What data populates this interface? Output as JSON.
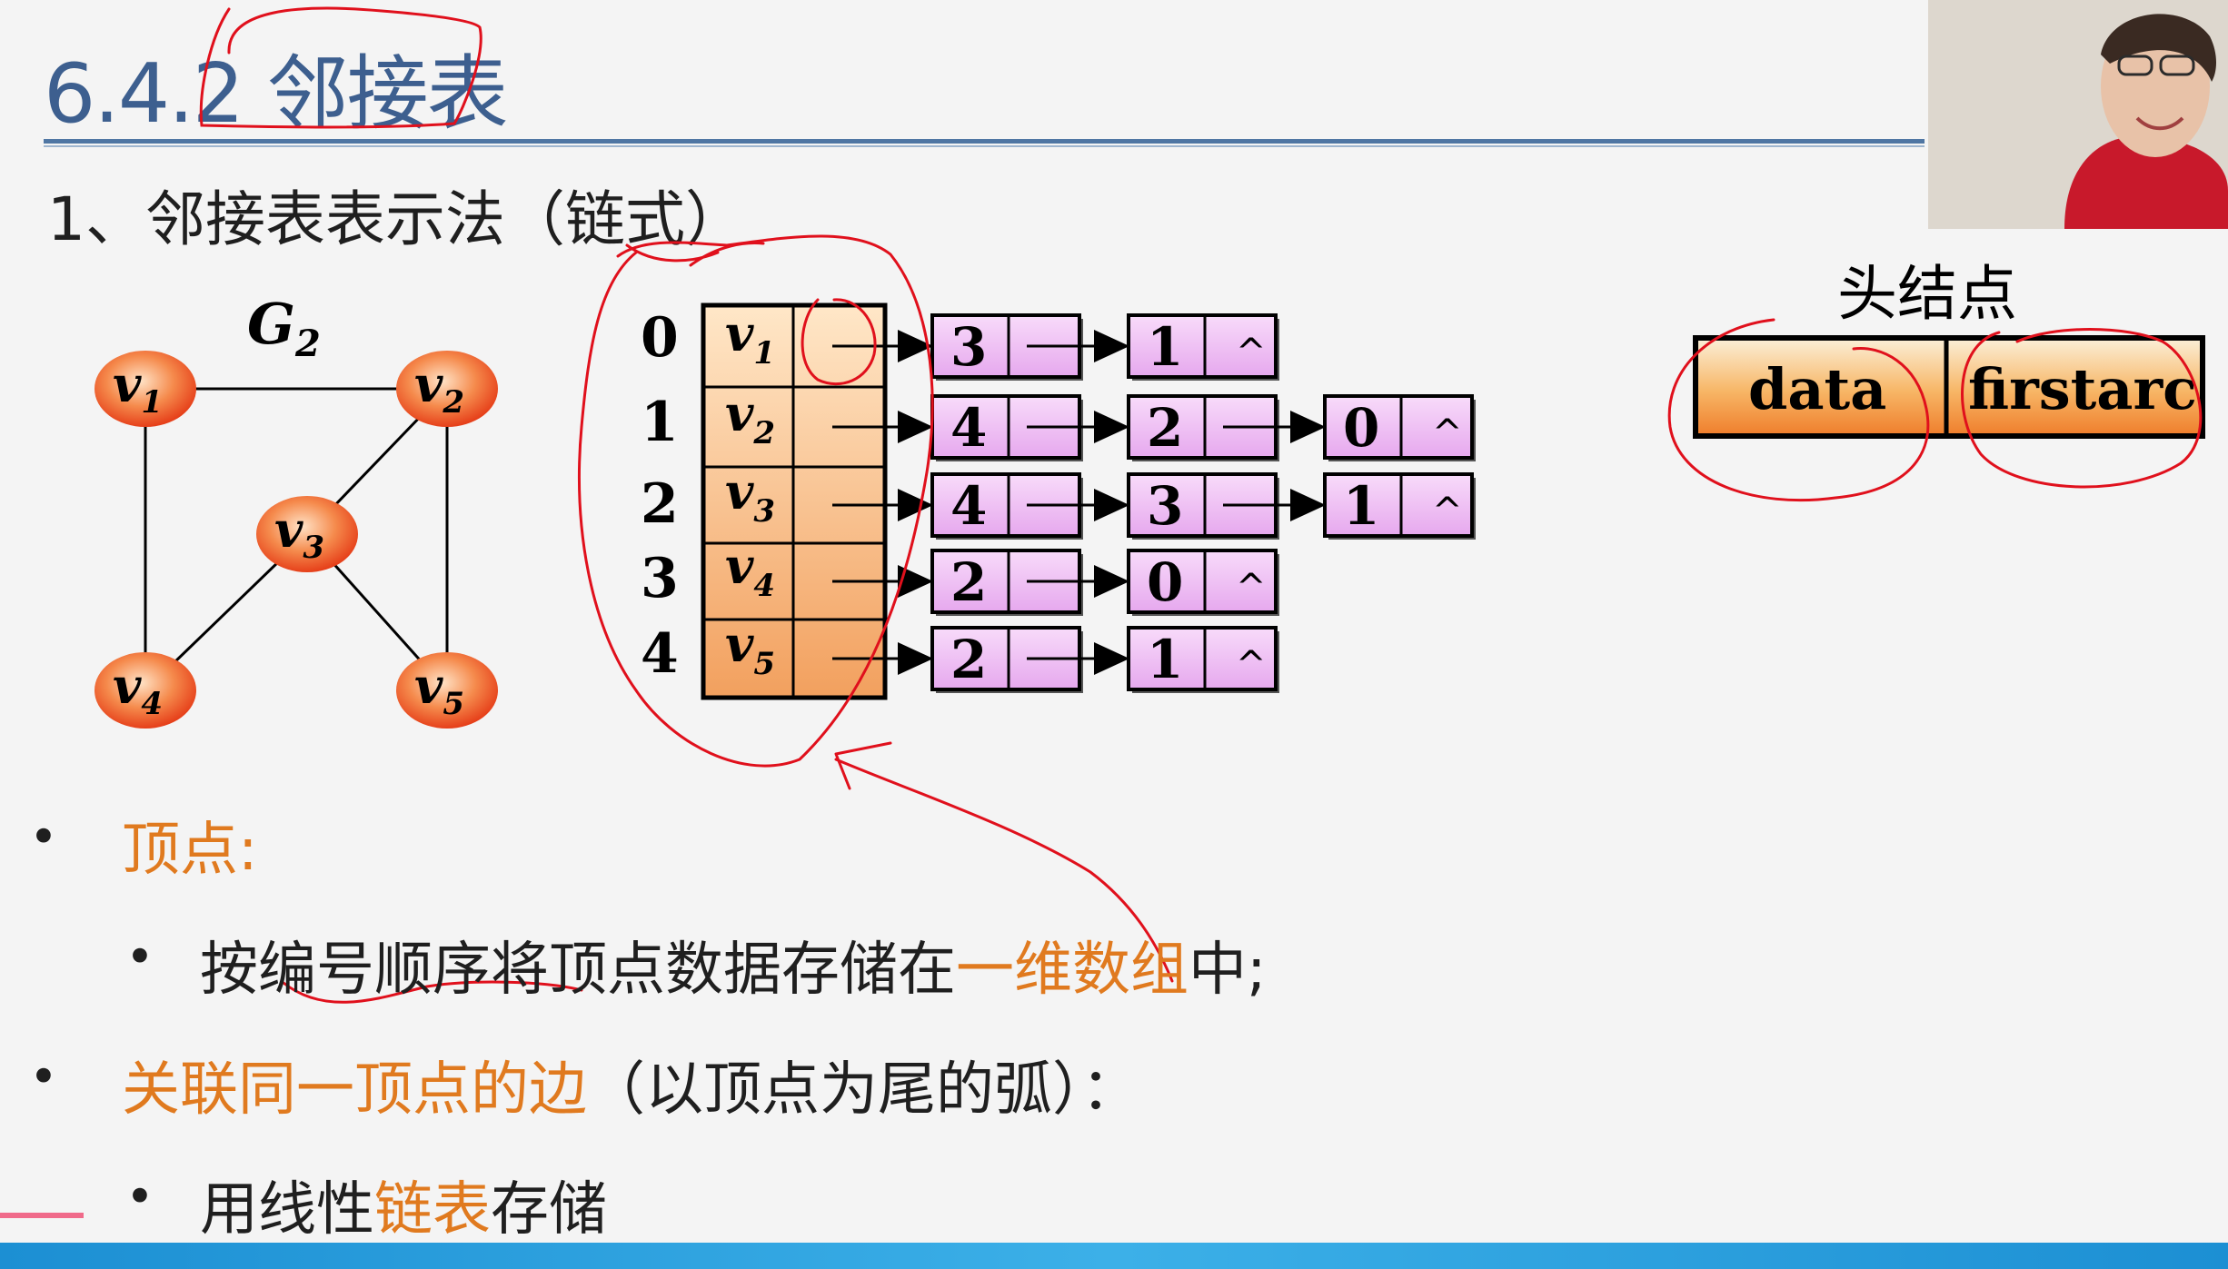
{
  "slide": {
    "title": "6.4.2 邻接表",
    "subtitle": "1、邻接表表示法（链式）"
  },
  "graph": {
    "label": "G",
    "label_sub": "2",
    "vertices": [
      {
        "name": "v",
        "sub": "1"
      },
      {
        "name": "v",
        "sub": "2"
      },
      {
        "name": "v",
        "sub": "3"
      },
      {
        "name": "v",
        "sub": "4"
      },
      {
        "name": "v",
        "sub": "5"
      }
    ]
  },
  "adjacency_list": {
    "indices": [
      "0",
      "1",
      "2",
      "3",
      "4"
    ],
    "heads": [
      {
        "name": "v",
        "sub": "1"
      },
      {
        "name": "v",
        "sub": "2"
      },
      {
        "name": "v",
        "sub": "3"
      },
      {
        "name": "v",
        "sub": "4"
      },
      {
        "name": "v",
        "sub": "5"
      }
    ],
    "rows": [
      [
        "3",
        "1"
      ],
      [
        "4",
        "2",
        "0"
      ],
      [
        "4",
        "3",
        "1"
      ],
      [
        "2",
        "0"
      ],
      [
        "2",
        "1"
      ]
    ],
    "null_symbol": "^"
  },
  "head_node": {
    "title": "头结点",
    "field1": "data",
    "field2": "firstarc"
  },
  "bullets": {
    "b1_label": "顶点:",
    "b1_sub_pre": "按编号顺序将顶点数据存储在",
    "b1_sub_hl": "一维数组",
    "b1_sub_post": "中;",
    "b2_label": "关联同一顶点的边",
    "b2_rest": "（以顶点为尾的弧）：",
    "b2_sub_pre": "用线性",
    "b2_sub_hl": "链表",
    "b2_sub_post": "存储"
  },
  "colors": {
    "title": "#3d5f8f",
    "highlight": "#e07a1f",
    "vertex_fill": "#f0662a",
    "cell_pink": "#eebcf2",
    "annotation": "#e0101c"
  }
}
